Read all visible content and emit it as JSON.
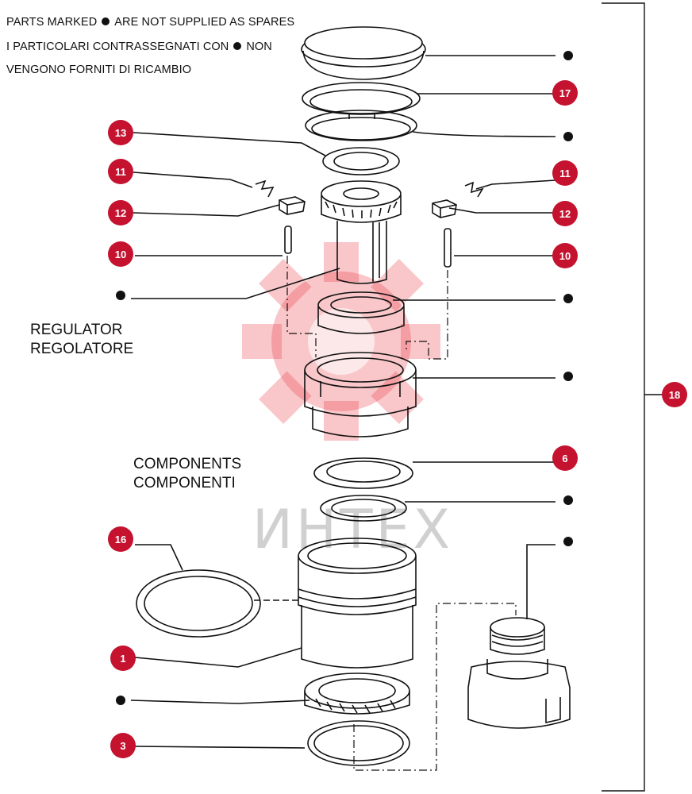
{
  "notes": {
    "line1_pre": "PARTS MARKED",
    "line1_post": "ARE NOT SUPPLIED AS SPARES",
    "line2_pre": "I PARTICOLARI CONTRASSEGNATI CON",
    "line2_post": "NON",
    "line3": "VENGONO FORNITI DI RICAMBIO"
  },
  "sections": {
    "regulator_en": "REGULATOR",
    "regulator_it": "REGOLATORE",
    "components_en": "COMPONENTS",
    "components_it": "COMPONENTI"
  },
  "callouts": {
    "c17": "17",
    "c13": "13",
    "c11_left": "11",
    "c11_right": "11",
    "c12_left": "12",
    "c12_right": "12",
    "c10_left": "10",
    "c10_right": "10",
    "c6": "6",
    "c16": "16",
    "c1": "1",
    "c3": "3",
    "c18": "18"
  },
  "watermark": {
    "text": "ИНТЕХ",
    "color": "#e8323c"
  },
  "colors": {
    "callout": "#c4122f",
    "line": "#111111"
  }
}
